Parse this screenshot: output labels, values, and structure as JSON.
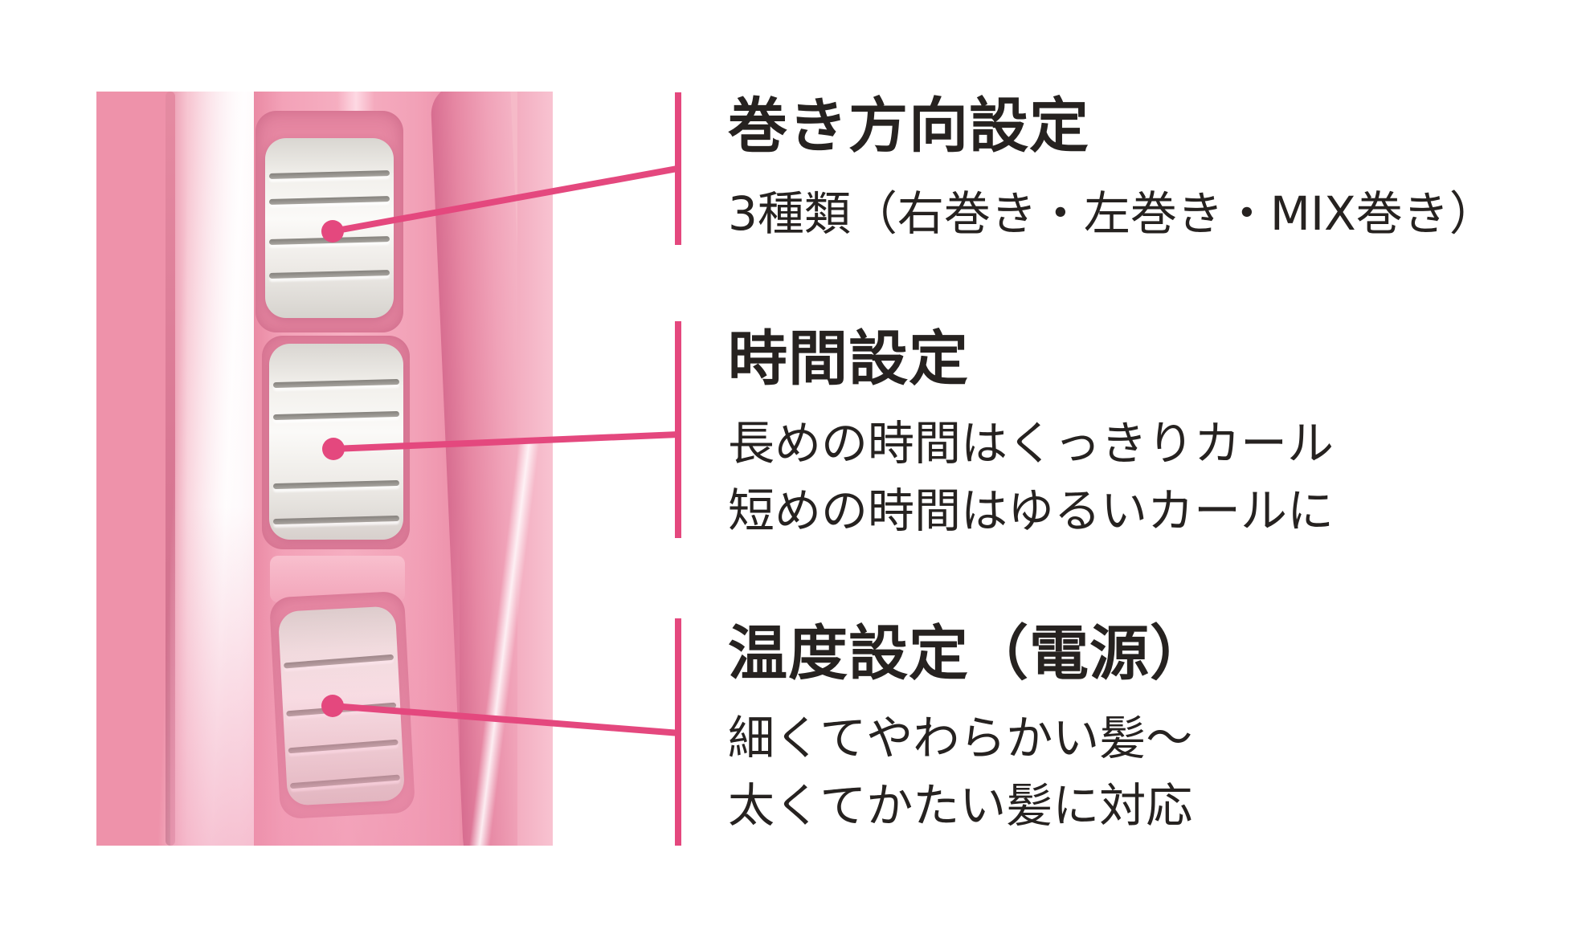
{
  "diagram_title": "hair curler switch panel feature callouts",
  "colors": {
    "accent_pink": "#e4487e",
    "text_black": "#262220",
    "photo_background_pink": "#ee92aa",
    "recess_pink": "#f3a2b8",
    "dial_white": "#f2f0ec"
  },
  "sections": [
    {
      "id": "curl-direction",
      "heading": "巻き方向設定",
      "lines": [
        "3種類（右巻き・左巻き・MIX巻き）"
      ]
    },
    {
      "id": "time",
      "heading": "時間設定",
      "lines": [
        "長めの時間はくっきりカール",
        "短めの時間はゆるいカールに"
      ]
    },
    {
      "id": "temperature",
      "heading": "温度設定（電源）",
      "lines": [
        "細くてやわらかい髪〜",
        "太くてかたい髪に対応"
      ]
    }
  ]
}
